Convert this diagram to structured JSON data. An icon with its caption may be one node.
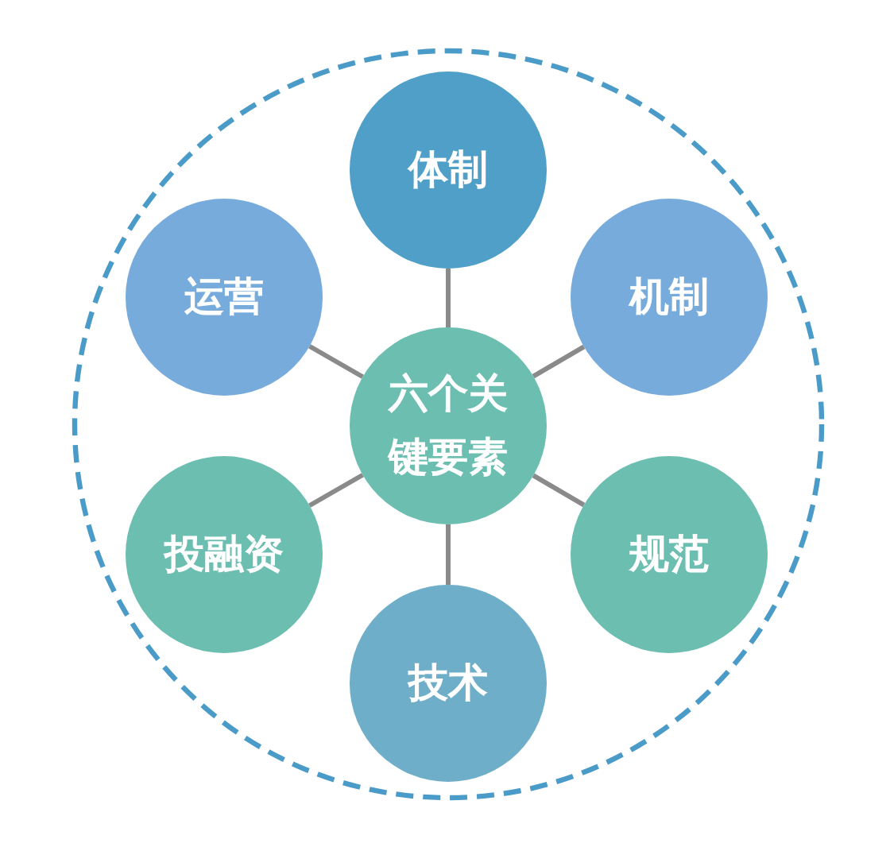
{
  "diagram": {
    "nodes": [
      {
        "text": [],
        "shape": "circle"
      },
      {
        "text": [
          "体制"
        ],
        "in": 0
      },
      {
        "text": [
          "运营"
        ],
        "in": 0
      },
      {
        "text": [
          "机制"
        ],
        "in": 0
      },
      {
        "text": [
          "六个关键要素"
        ],
        "in": 0
      },
      {
        "text": [
          "投融资"
        ],
        "in": 0
      },
      {
        "text": [
          "规范"
        ],
        "in": 0
      },
      {
        "text": [
          "技术"
        ],
        "in": 0
      }
    ],
    "edges": [
      {
        "from": 4,
        "to": 1,
        "arrow": "none"
      },
      {
        "from": 4,
        "to": 2,
        "arrow": "none"
      },
      {
        "from": 4,
        "to": 3,
        "arrow": "none"
      },
      {
        "from": 4,
        "to": 5,
        "arrow": "none"
      },
      {
        "from": 4,
        "to": 6,
        "arrow": "none"
      },
      {
        "from": 4,
        "to": 7,
        "arrow": "none"
      }
    ]
  }
}
